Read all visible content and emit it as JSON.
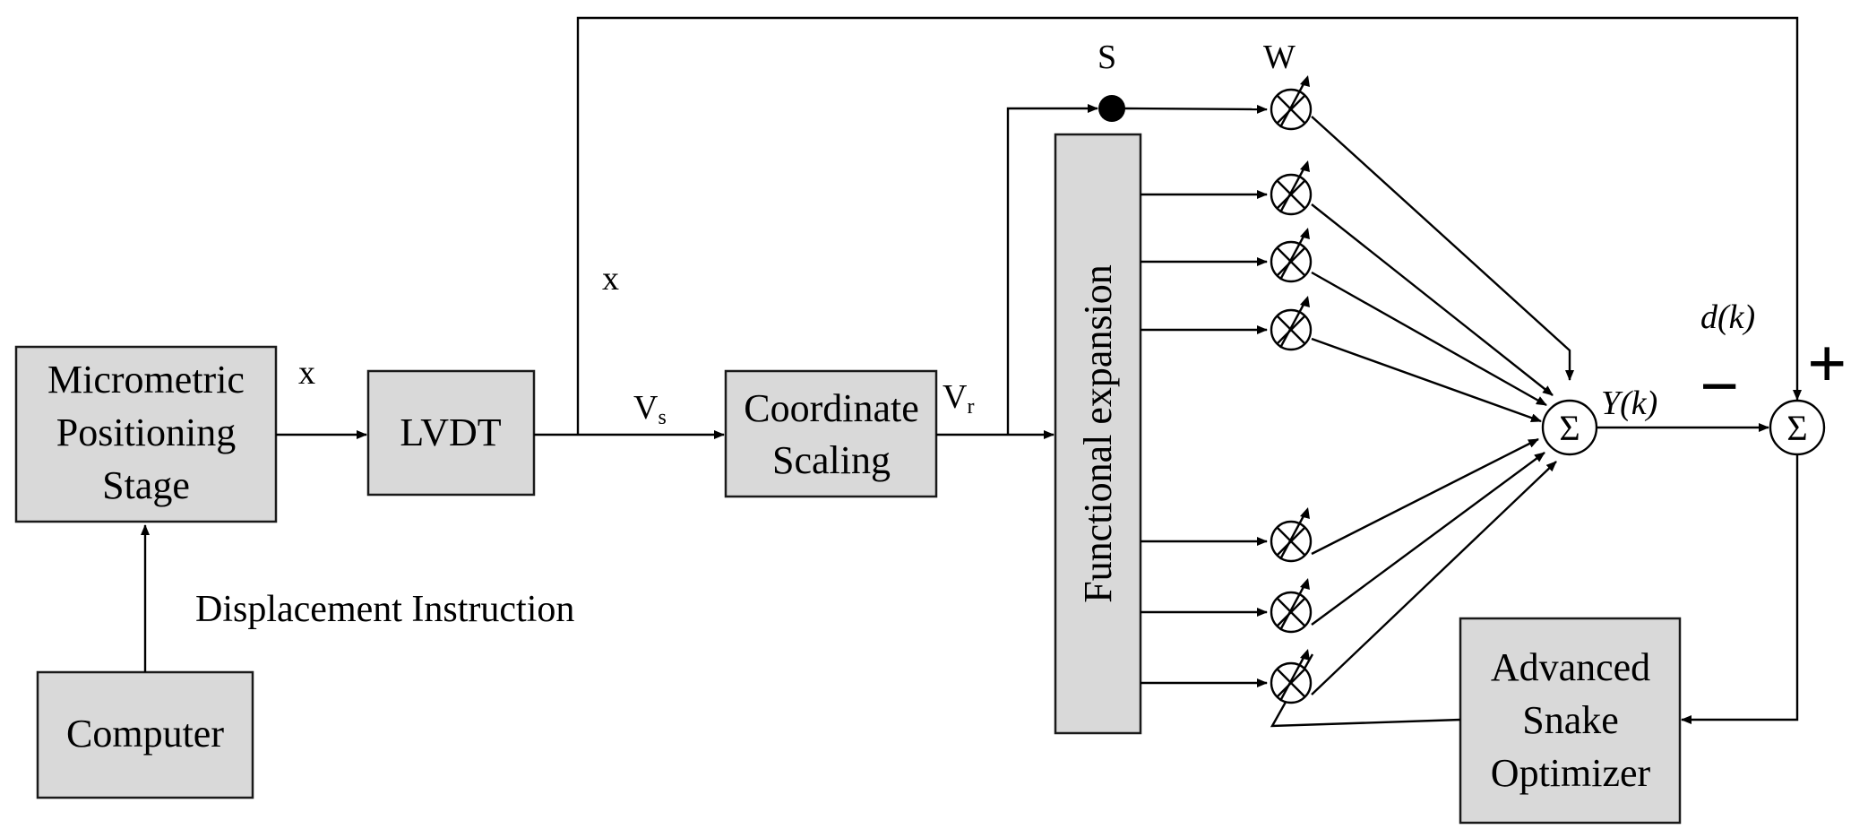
{
  "blocks": {
    "stage": [
      "Micrometric",
      "Positioning",
      "Stage"
    ],
    "computer": "Computer",
    "lvdt": "LVDT",
    "scaling": [
      "Coordinate",
      "Scaling"
    ],
    "expansion": "Functional expansion",
    "optimizer": [
      "Advanced",
      "Snake",
      "Optimizer"
    ]
  },
  "signals": {
    "x_stage": "x",
    "x_feedback": "x",
    "vs_main": "V",
    "vs_sub": "s",
    "vr_main": "V",
    "vr_sub": "r",
    "s": "S",
    "w": "W",
    "yk": "Y(k)",
    "dk": "d(k)",
    "displacement": "Displacement Instruction",
    "minus": "−",
    "plus": "+"
  },
  "symbols": {
    "sigma": "Σ"
  },
  "colors": {
    "block_fill": "#d9d9d9",
    "line": "#000000"
  }
}
